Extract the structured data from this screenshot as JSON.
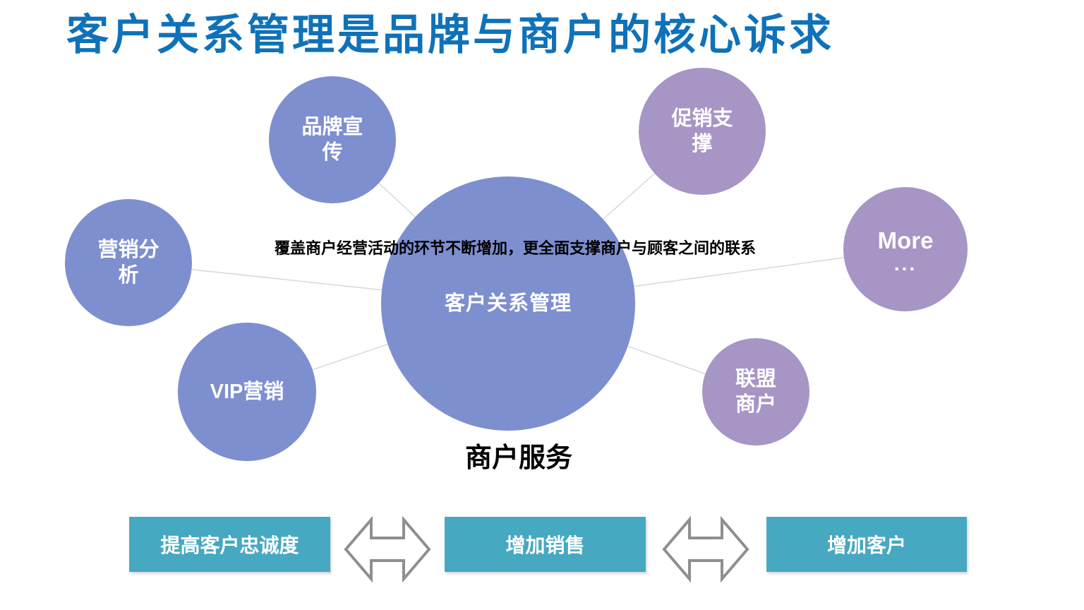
{
  "slide_title": "客户关系管理是品牌与商户的核心诉求",
  "annotation": "覆盖商户经营活动的环节不断增加，更全面支撑商户与顾客之间的联系",
  "center": {
    "label": "客户关系管理",
    "caption": "商户服务"
  },
  "satellites": [
    {
      "id": "brand-publicity",
      "lines": [
        "品牌宣",
        "传"
      ]
    },
    {
      "id": "promotion-support",
      "lines": [
        "促销支",
        "撑"
      ]
    },
    {
      "id": "marketing-analysis",
      "lines": [
        "营销分",
        "析"
      ]
    },
    {
      "id": "more",
      "lines": [
        "More",
        "..."
      ]
    },
    {
      "id": "vip-marketing",
      "lines": [
        "VIP营销"
      ]
    },
    {
      "id": "alliance-merchants",
      "lines": [
        "联盟",
        "商户"
      ]
    }
  ],
  "bottom_flow": {
    "boxes": [
      "提高客户忠诚度",
      "增加销售",
      "增加客户"
    ]
  },
  "colors": {
    "title_blue": "#0f72b9",
    "circle_blue": "#7d8fcf",
    "circle_purple": "#a695c5",
    "flow_teal": "#47a8c2",
    "connector_gray": "#d9d9d9",
    "arrow_outline_gray": "#8f8f8f"
  }
}
